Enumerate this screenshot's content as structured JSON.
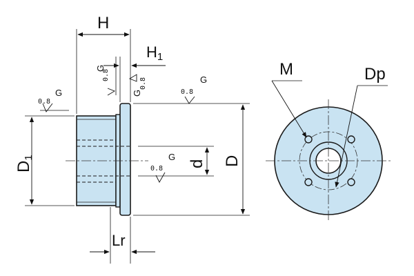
{
  "colors": {
    "part_fill": "#c9e3f2",
    "outline": "#1a1a1a",
    "centerline": "#333333"
  },
  "dimensions": {
    "H": "H",
    "H1_main": "H",
    "H1_sub": "1",
    "D1_main": "D",
    "D1_sub": "1",
    "d": "d",
    "D": "D",
    "Lr": "Lr",
    "M": "M",
    "Dp": "Dp"
  },
  "roughness": {
    "symbol": "G",
    "value": "0.8"
  }
}
